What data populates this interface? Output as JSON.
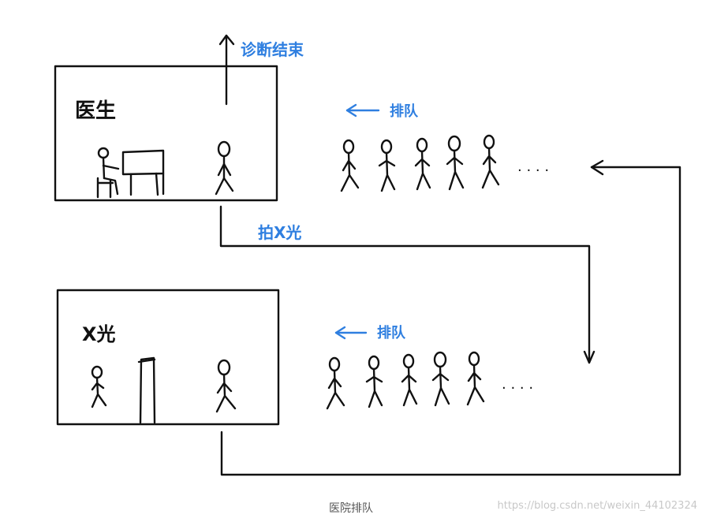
{
  "diagram": {
    "doctor_room_label": "医生",
    "xray_room_label": "X光",
    "diagnosis_label": "诊断结束",
    "take_xray_label": "拍X光",
    "queue_label_top": "排队",
    "queue_label_bottom": "排队",
    "ellipsis_top": "· · · ·",
    "ellipsis_bottom": "· · · ·"
  },
  "caption": "医院排队",
  "watermark": "https://blog.csdn.net/weixin_44102324",
  "colors": {
    "ink": "#111111",
    "accent": "#2f7fe0"
  }
}
